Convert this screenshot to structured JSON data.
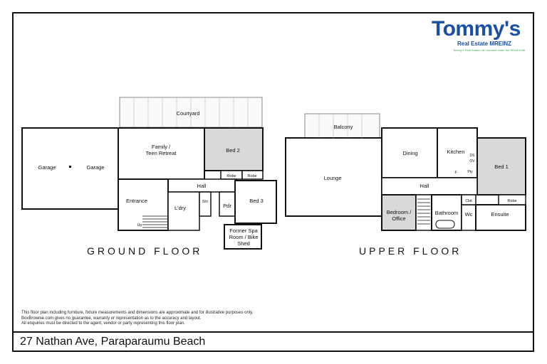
{
  "brand": {
    "name": "Tommy's",
    "subtitle": "Real Estate MREINZ",
    "tagline": "Tommy's Real Estate Ltd Licensed under the REAA 2008",
    "colors": {
      "primary": "#1a4fa3",
      "accent": "#3fa34d"
    }
  },
  "colors": {
    "line": "#111111",
    "room_fill": "#ffffff",
    "shaded_fill": "#d9d9d9",
    "grid": "#bbbbbb"
  },
  "ground_floor": {
    "label": "GROUND FLOOR",
    "rooms": {
      "courtyard": "Courtyard",
      "garage_left": "Garage",
      "garage_right": "Garage",
      "family": "Family /",
      "family_2": "Teen Retreat",
      "bed2": "Bed 2",
      "robe1": "Robe",
      "robe2": "Robe",
      "hall": "Hall",
      "entrance": "Entrance",
      "laundry": "L'dry",
      "shower": "Shr",
      "powder": "Pdr",
      "bed3": "Bed 3",
      "up": "Up",
      "spa": "Former Spa",
      "spa_2": "Room / Bike",
      "spa_3": "Shed"
    }
  },
  "upper_floor": {
    "label": "UPPER FLOOR",
    "rooms": {
      "balcony": "Balcony",
      "lounge": "Lounge",
      "dining": "Dining",
      "kitchen": "Kitchen",
      "bed1": "Bed 1",
      "hall": "Hall",
      "bedroom": "Bedroom /",
      "bedroom_2": "Office",
      "bathroom": "Bathroom",
      "wc": "Wc",
      "ensuite": "Ensuite",
      "robe": "Robe",
      "cbd": "Cbd",
      "pty": "Pty",
      "f": "F",
      "ov": "OV",
      "ds": "DS"
    }
  },
  "disclaimer": [
    "This floor plan including furniture, fixture measurements and dimensions are approximate and for illustrative purposes only.",
    "BoxBrownie.com gives no guarantee, warranty or representation as to the accuracy and layout.",
    "All enquiries must be directed to the agent, vendor or party representing this floor plan."
  ],
  "address": "27 Nathan Ave, Paraparaumu Beach"
}
